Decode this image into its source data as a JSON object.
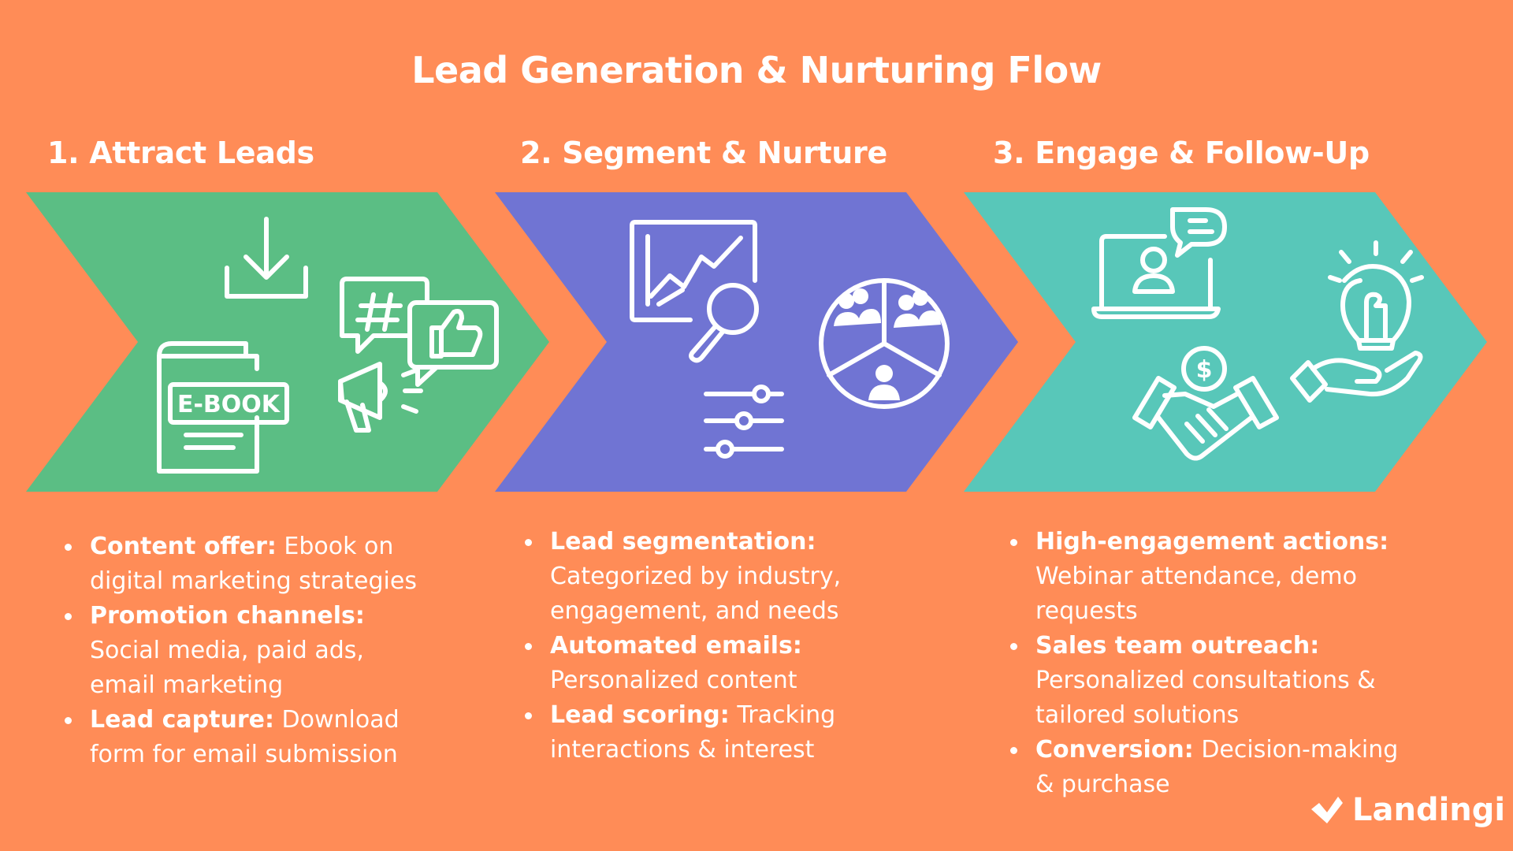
{
  "title": "Lead Generation & Nurturing Flow",
  "colors": {
    "background": "#FF8C57",
    "step1": "#5BBE84",
    "step2": "#7074D3",
    "step3": "#58C7B9",
    "text": "#FFFFFF"
  },
  "steps": [
    {
      "heading": "1. Attract Leads",
      "icons": [
        "download-icon",
        "ebook-icon",
        "hashtag-bubble-icon",
        "thumbs-up-bubble-icon",
        "megaphone-icon"
      ],
      "ebook_label": "E-BOOK",
      "bullets": [
        {
          "label": "Content offer:",
          "text": " Ebook on digital marketing strategies"
        },
        {
          "label": "Promotion channels:",
          "text": " Social media, paid ads, email marketing"
        },
        {
          "label": "Lead capture:",
          "text": " Download form for email submission"
        }
      ]
    },
    {
      "heading": "2. Segment & Nurture",
      "icons": [
        "analytics-magnifier-icon",
        "audience-segments-icon",
        "sliders-icon"
      ],
      "bullets": [
        {
          "label": "Lead segmentation:",
          "text": " Categorized by industry, engagement, and needs"
        },
        {
          "label": "Automated emails:",
          "text": " Personalized content"
        },
        {
          "label": "Lead scoring:",
          "text": " Tracking interactions & interest"
        }
      ]
    },
    {
      "heading": "3. Engage & Follow-Up",
      "icons": [
        "webinar-laptop-icon",
        "handshake-dollar-icon",
        "idea-hand-icon"
      ],
      "bullets": [
        {
          "label": "High-engagement actions:",
          "text": " Webinar attendance, demo requests"
        },
        {
          "label": "Sales team outreach:",
          "text": " Personalized consultations & tailored solutions"
        },
        {
          "label": "Conversion:",
          "text": " Decision-making & purchase"
        }
      ]
    }
  ],
  "logo": {
    "text": "Landingi",
    "icon": "landingi-logo-icon"
  }
}
